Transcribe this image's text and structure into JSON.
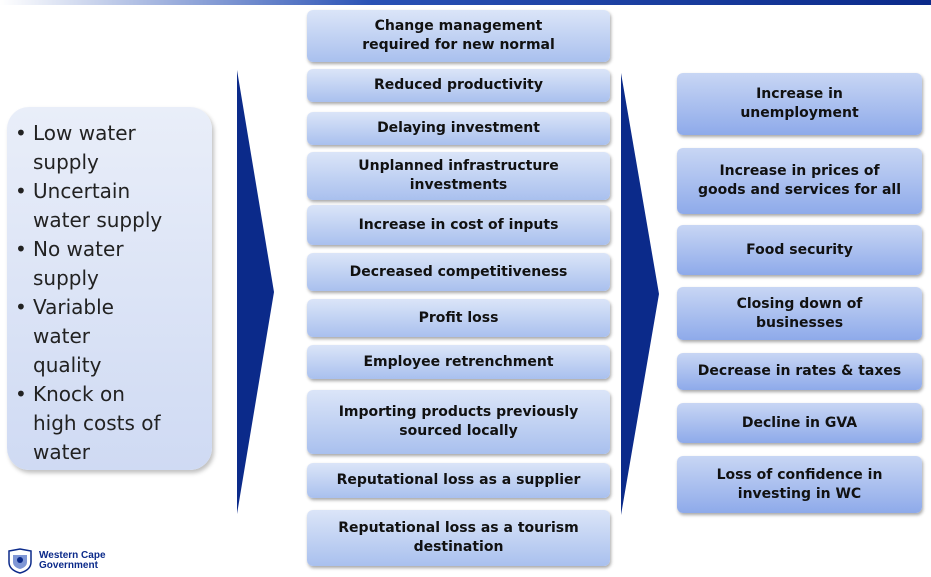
{
  "header": {
    "accent_color": "#0b2a8a"
  },
  "causes": [
    "Low water supply",
    "Uncertain water supply",
    "No water supply",
    "Variable water quality",
    "Knock on high costs of water"
  ],
  "causes_lines": [
    [
      "Low water",
      "supply"
    ],
    [
      "Uncertain",
      "water supply"
    ],
    [
      "No water",
      "supply"
    ],
    [
      "Variable",
      "water",
      "quality"
    ],
    [
      "Knock on",
      "high costs of",
      "water"
    ]
  ],
  "impacts": [
    [
      "Change management",
      "required for new normal"
    ],
    [
      "Reduced productivity"
    ],
    [
      "Delaying investment"
    ],
    [
      "Unplanned infrastructure",
      "investments"
    ],
    [
      "Increase in cost of inputs"
    ],
    [
      "Decreased competitiveness"
    ],
    [
      "Profit loss"
    ],
    [
      "Employee retrenchment"
    ],
    [
      "Importing products previously",
      "sourced locally"
    ],
    [
      "Reputational loss as a supplier"
    ],
    [
      "Reputational loss as a tourism",
      "destination"
    ]
  ],
  "consequences": [
    [
      "Increase in",
      "unemployment"
    ],
    [
      "Increase in prices of",
      "goods and services for all"
    ],
    [
      "Food security"
    ],
    [
      "Closing down of",
      "businesses"
    ],
    [
      "Decrease in rates & taxes"
    ],
    [
      "Decline in GVA"
    ],
    [
      "Loss of confidence in",
      "investing in WC"
    ]
  ],
  "logo": {
    "line1": "Western Cape",
    "line2": "Government",
    "icon": "crest-icon"
  },
  "colors": {
    "arrow": "#0b2a8a",
    "box_light": "#dbe5f8",
    "box_dark": "#a9c0ee"
  }
}
